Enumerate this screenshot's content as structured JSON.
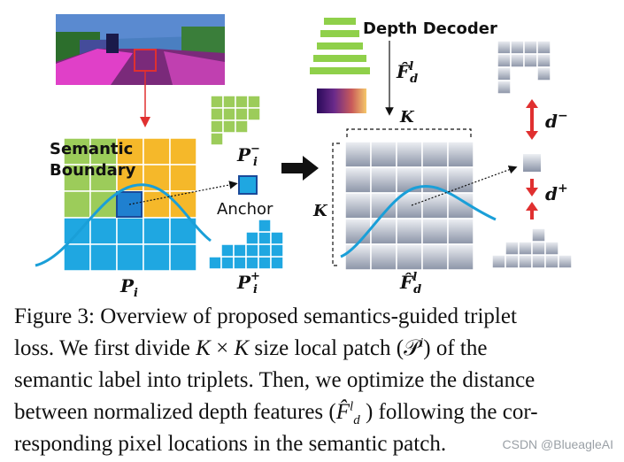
{
  "figure": {
    "labels": {
      "depth_decoder": "Depth Decoder",
      "semantic": "Semantic",
      "boundary": "Boundary",
      "anchor": "Anchor",
      "k_top": "K",
      "k_left": "K",
      "f_hat": "F̂",
      "f_sup": "l",
      "f_sub": "d",
      "p": "P",
      "p_sub": "i",
      "p_sup_minus": "−",
      "p_sup_plus": "+",
      "d": "d",
      "d_sup_minus": "−",
      "d_sup_plus": "+"
    },
    "colors": {
      "green": "#9ccc5a",
      "orange": "#f5b82a",
      "blue": "#1fa7e1",
      "curve": "#1a9fd8",
      "red": "#e03030",
      "gray_dark": "#8a93a6",
      "gray_light": "#eef0f4"
    }
  },
  "caption": {
    "line1": "Figure 3:  Overview of proposed semantics-guided triplet",
    "line2_a": "loss.  We first divide ",
    "line2_k1": "K",
    "line2_x": " × ",
    "line2_k2": "K",
    "line2_b": " size local patch (",
    "line2_p": "𝒫",
    "line2_p_sup": "i",
    "line2_c": ") of the",
    "line3": "semantic label into triplets. Then, we optimize the distance",
    "line4_a": "between normalized depth features (",
    "line4_f": "F̂",
    "line4_f_sup": "l",
    "line4_f_sub": "d",
    "line4_b": " ) following the cor-",
    "line5": "responding pixel locations in the semantic patch."
  },
  "watermark": "CSDN @BlueagleAI"
}
